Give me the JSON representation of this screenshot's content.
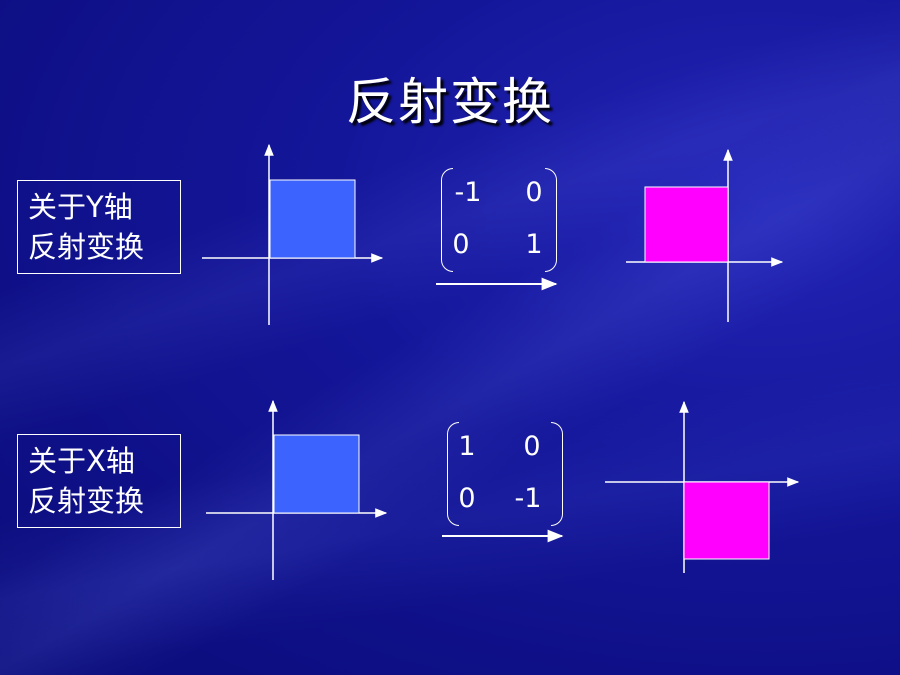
{
  "title": "反射变换",
  "colors": {
    "background": "#0b0c7a",
    "original_square": "#3d63ff",
    "reflected_square": "#ff00ff",
    "text": "#ffffff"
  },
  "rows": [
    {
      "label_line1": "关于Y轴",
      "label_line2": "反射变换",
      "matrix": [
        [
          "-1",
          "0"
        ],
        [
          "0",
          "1"
        ]
      ]
    },
    {
      "label_line1": "关于X轴",
      "label_line2": "反射变换",
      "matrix": [
        [
          "1",
          "0"
        ],
        [
          "0",
          "-1"
        ]
      ]
    }
  ]
}
